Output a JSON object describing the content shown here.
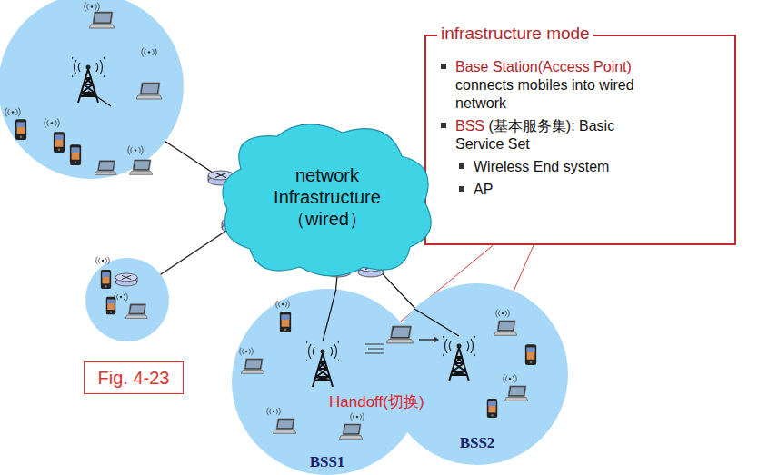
{
  "diagram": {
    "nodes": [
      {
        "text": [
          "infrastructure mode",
          "Base Station(Access Point)",
          "connects mobiles into wired network",
          "BSS",
          "(基本服务集): Basic Service Set",
          "Wireless End system",
          "AP"
        ]
      },
      {
        "text": [
          "network Infrastructure （wired）"
        ]
      },
      {
        "text": [
          "Fig. 4-23"
        ]
      },
      {
        "text": [
          "BSS1"
        ]
      },
      {
        "text": [
          "BSS2"
        ]
      }
    ],
    "edges": [
      {
        "from": 0,
        "to": 3,
        "arrow": "none"
      },
      {
        "from": 0,
        "to": 4,
        "arrow": "none"
      },
      {
        "from": 1,
        "to": 3,
        "arrow": "none"
      },
      {
        "from": 1,
        "to": 4,
        "arrow": "none"
      }
    ],
    "labels": [
      "Handoff(切换)"
    ]
  }
}
